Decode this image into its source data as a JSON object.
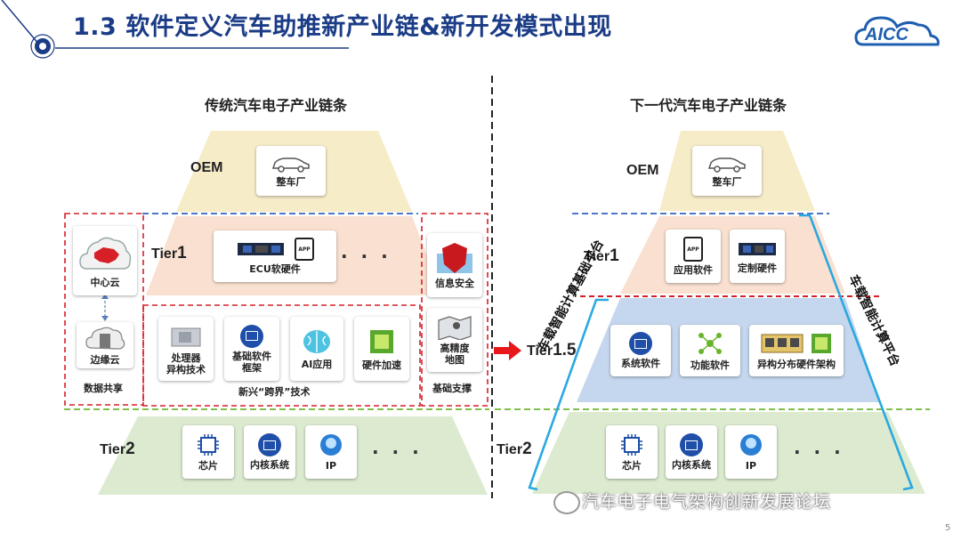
{
  "header": {
    "title": "1.3 软件定义汽车助推新产业链&新开发模式出现",
    "logo_text": "AICC"
  },
  "left": {
    "title": "传统汽车电子产业链条",
    "oem_label": "OEM",
    "oem_card": "整车厂",
    "tier1_label": "Tier",
    "tier1_num": "1",
    "ecu_card": "ECU软硬件",
    "ecu_badge": "APP",
    "ellipsis": "· · ·",
    "cloud_center": "中心云",
    "cloud_edge": "边缘云",
    "data_sharing": "数据共享",
    "cross_cards": [
      "处理器\n异构技术",
      "基础软件\n框架",
      "AI应用",
      "硬件加速"
    ],
    "cross_caption": "新兴“跨界”技术",
    "security_card": "信息安全",
    "map_card": "高精度\n地图",
    "support_caption": "基础支撑",
    "tier2_label": "Tier",
    "tier2_num": "2",
    "tier2_cards": [
      "芯片",
      "内核系统",
      "IP"
    ]
  },
  "right": {
    "title": "下一代汽车电子产业链条",
    "oem_label": "OEM",
    "oem_card": "整车厂",
    "tier1_label": "Tier",
    "tier1_num": "1",
    "tier1_cards": [
      "应用软件",
      "定制硬件"
    ],
    "tier15_label": "Tier",
    "tier15_num": "1.5",
    "tier15_cards": [
      "系统软件",
      "功能软件",
      "异构分布硬件架构"
    ],
    "tier2_label": "Tier",
    "tier2_num": "2",
    "tier2_cards": [
      "芯片",
      "内核系统",
      "IP"
    ],
    "ellipsis": "· · ·",
    "platform_left": "车载智能计算基础平台",
    "platform_right": "车载智能计算平台"
  },
  "footer": {
    "watermark": "汽车电子电气架构创新发展论坛",
    "page_number": "5"
  },
  "colors": {
    "title_blue": "#1b3c86",
    "oem_fill": "#f7ecc8",
    "tier1_fill": "#f9e0d0",
    "tier15_fill": "#c5d7ee",
    "tier2_fill": "#dcebd0",
    "red_dashed": "#d42027",
    "blue_dashed": "#4a78c9",
    "green_dashed": "#7fbf4a",
    "bracket_blue": "#29a9e0"
  }
}
